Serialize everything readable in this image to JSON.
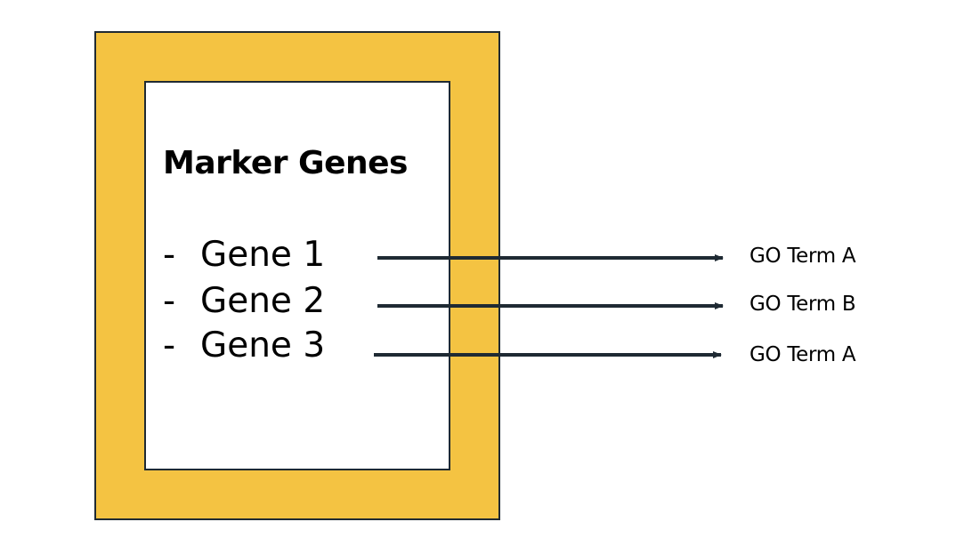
{
  "diagram": {
    "title": "Marker Genes",
    "genes": [
      {
        "bullet": "-",
        "label": "Gene 1"
      },
      {
        "bullet": "-",
        "label": "Gene 2"
      },
      {
        "bullet": "-",
        "label": "Gene 3"
      }
    ],
    "go_terms": [
      {
        "label": "GO Term A"
      },
      {
        "label": "GO Term B"
      },
      {
        "label": "GO Term A"
      }
    ],
    "colors": {
      "frame_fill": "#F4C342",
      "border": "#1F2A33",
      "arrow": "#1F2A33",
      "panel_fill": "#FFFFFF"
    }
  }
}
